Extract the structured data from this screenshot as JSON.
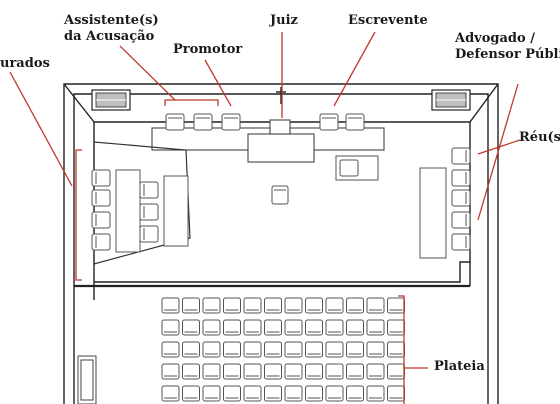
{
  "labels": {
    "assistentes_line1": "Assistente(s)",
    "assistentes_line2": "da Acusação",
    "juiz": "Juiz",
    "escrevente": "Escrevente",
    "jurados": "urados",
    "promotor": "Promotor",
    "advogado_line1": "Advogado /",
    "advogado_line2": "Defensor Públic",
    "reus": "Réu(s",
    "plateia": "Plateia"
  },
  "colors": {
    "line": "#222222",
    "furniture_stroke": "#555555",
    "callout": "#c0392b",
    "window_fill": "#bfbfbf"
  },
  "icons": {
    "crucifix": "cross-icon"
  }
}
